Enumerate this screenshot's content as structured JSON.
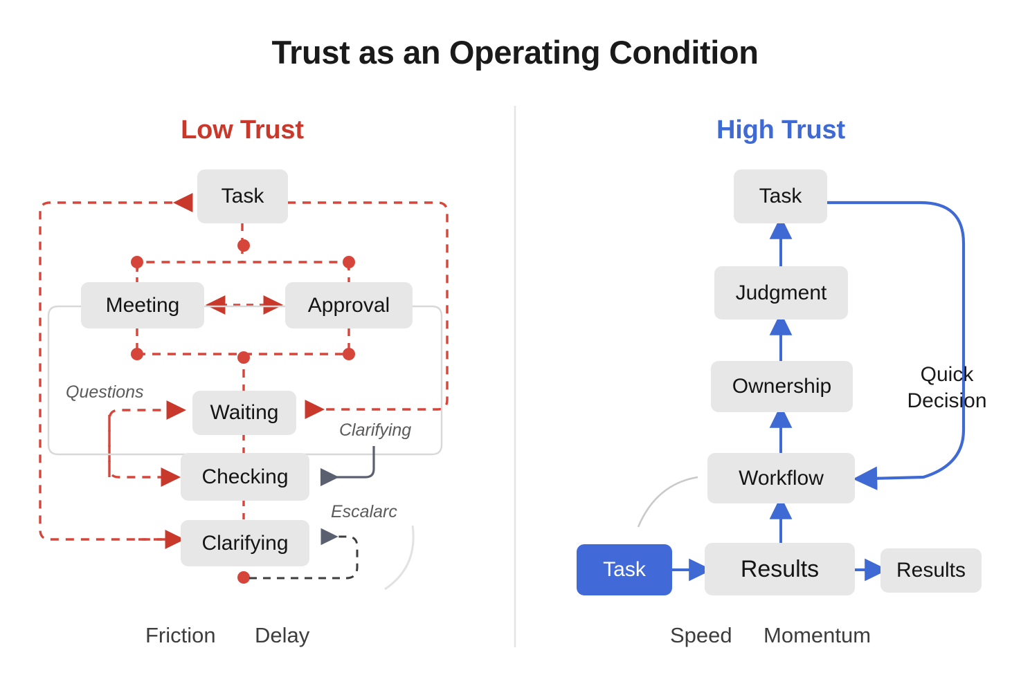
{
  "title": "Trust as an Operating Condition",
  "colors": {
    "low_trust_accent": "#c8392c",
    "high_trust_accent": "#3f6ad4",
    "node_fill": "#e7e7e7",
    "highlight_node_fill": "#4169d8",
    "divider": "#e4e4e4",
    "gray_arrow": "#5a6070"
  },
  "left_panel": {
    "heading": "Low Trust",
    "nodes": [
      {
        "id": "task",
        "label": "Task"
      },
      {
        "id": "meeting",
        "label": "Meeting"
      },
      {
        "id": "approval",
        "label": "Approval"
      },
      {
        "id": "waiting",
        "label": "Waiting"
      },
      {
        "id": "checking",
        "label": "Checking"
      },
      {
        "id": "clarifying",
        "label": "Clarifying"
      }
    ],
    "edge_labels": [
      {
        "id": "questions",
        "text": "Questions"
      },
      {
        "id": "clarifying",
        "text": "Clarifying"
      },
      {
        "id": "escalarc",
        "text": "Escalarc"
      }
    ],
    "footer_labels": [
      "Friction",
      "Delay"
    ]
  },
  "right_panel": {
    "heading": "High Trust",
    "nodes": [
      {
        "id": "task",
        "label": "Task"
      },
      {
        "id": "judgment",
        "label": "Judgment"
      },
      {
        "id": "ownership",
        "label": "Ownership"
      },
      {
        "id": "workflow",
        "label": "Workflow"
      },
      {
        "id": "task-start",
        "label": "Task"
      },
      {
        "id": "results",
        "label": "Results"
      },
      {
        "id": "results-2",
        "label": "Results"
      }
    ],
    "edge_labels": [
      {
        "id": "quick-decision",
        "line1": "Quick",
        "line2": "Decision"
      }
    ],
    "footer_labels": [
      "Speed",
      "Momentum"
    ]
  }
}
